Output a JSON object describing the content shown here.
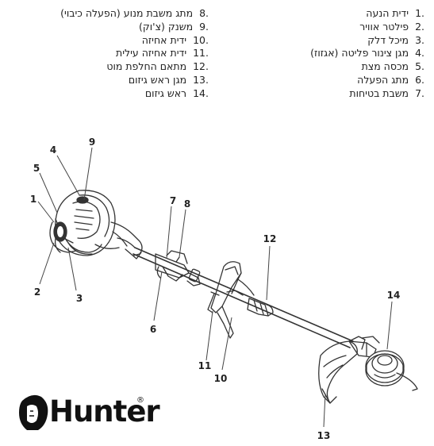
{
  "legend_left": [
    {
      "num": "8.",
      "text": "מתג משבת מנוע (הפעלה כיבוי)"
    },
    {
      "num": "9.",
      "text": "משנק (צ'וק)"
    },
    {
      "num": "10.",
      "text": "ידית אחיזה"
    },
    {
      "num": "11.",
      "text": "ידית אחיזה עילית"
    },
    {
      "num": "12.",
      "text": "מתאם החלפת מוט"
    },
    {
      "num": "13.",
      "text": "מגן ראש גיזום"
    },
    {
      "num": "14.",
      "text": "ראש גיזום"
    }
  ],
  "legend_right": [
    {
      "num": "1.",
      "text": "ידית הנעה"
    },
    {
      "num": "2.",
      "text": "פילטר אוויר"
    },
    {
      "num": "3.",
      "text": "מיכל דלק"
    },
    {
      "num": "4.",
      "text": "מגן צינור פליטה (אגזוז)"
    },
    {
      "num": "5.",
      "text": "מכסה מצת"
    },
    {
      "num": "6.",
      "text": "מתג הפעלה"
    },
    {
      "num": "7.",
      "text": "משבת בטיחות"
    }
  ],
  "callouts": [
    "1",
    "2",
    "3",
    "4",
    "5",
    "6",
    "7",
    "8",
    "9",
    "10",
    "11",
    "12",
    "13",
    "14"
  ],
  "brand": {
    "name": "Hunter",
    "mark": "®"
  }
}
